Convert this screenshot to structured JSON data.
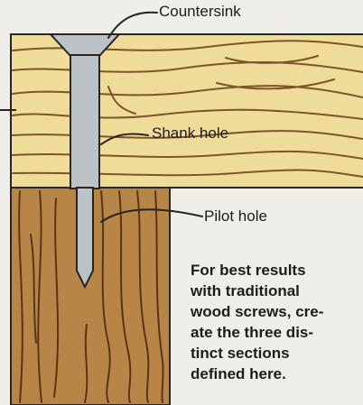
{
  "labels": {
    "countersink": "Countersink",
    "shank_hole": "Shank hole",
    "pilot_hole": "Pilot hole"
  },
  "caption_lines": [
    "For best results",
    "with traditional",
    "wood screws, cre-",
    "ate the three dis-",
    "tinct sections",
    "defined here."
  ],
  "colors": {
    "background": "#f0eee9",
    "top_board": "#efdc98",
    "top_board_grain": "#7d5327",
    "bottom_board": "#b88548",
    "bottom_board_grain": "#5b3416",
    "screw": "#bcc3c6",
    "outline": "#2a2420"
  }
}
